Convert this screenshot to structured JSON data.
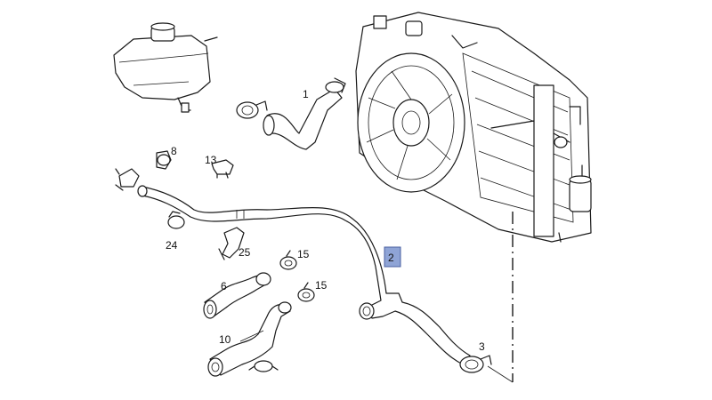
{
  "parts": [
    {
      "id": "p1",
      "label": "1"
    },
    {
      "id": "p2",
      "label": "2",
      "highlighted": true
    },
    {
      "id": "p3",
      "label": "3"
    },
    {
      "id": "p6",
      "label": "6"
    },
    {
      "id": "p8",
      "label": "8"
    },
    {
      "id": "p10",
      "label": "10"
    },
    {
      "id": "p13",
      "label": "13"
    },
    {
      "id": "p15a",
      "label": "15"
    },
    {
      "id": "p15b",
      "label": "15"
    },
    {
      "id": "p24",
      "label": "24"
    },
    {
      "id": "p25",
      "label": "25"
    }
  ],
  "colors": {
    "line": "#1a1a1a",
    "highlight_fill": "#8fa4d6",
    "highlight_border": "#4a5fa0",
    "background": "#ffffff"
  }
}
